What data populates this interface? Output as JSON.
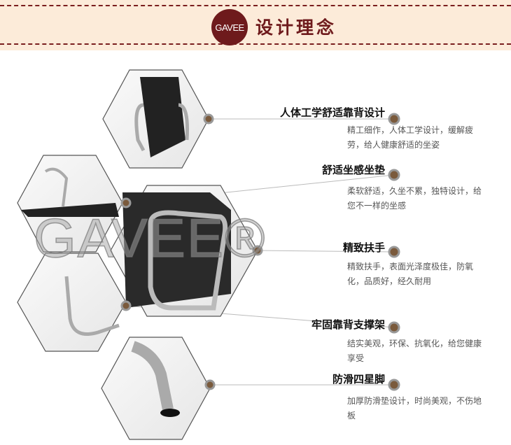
{
  "header": {
    "logo": "GAVEE",
    "title": "设计理念"
  },
  "watermark": "GAVEE®",
  "features": [
    {
      "title": "人体工学舒适靠背设计",
      "desc": "精工细作，人体工学设计，缓解疲劳，给人健康舒适的坐姿"
    },
    {
      "title": "舒适坐感坐垫",
      "desc": "柔软舒适，久坐不累，独特设计，给您不一样的坐感"
    },
    {
      "title": "精致扶手",
      "desc": "精致扶手，表面光泽度极佳，防氧化，品质好，经久耐用"
    },
    {
      "title": "牢固靠背支撑架",
      "desc": "结实美观，环保、抗氧化，给您健康享受"
    },
    {
      "title": "防滑四星脚",
      "desc": "加厚防滑垫设计，时尚美观，不伤地板"
    }
  ],
  "colors": {
    "brand": "#6e1a1c",
    "dot": "#7a5a3c",
    "band": "#fcebd9"
  }
}
